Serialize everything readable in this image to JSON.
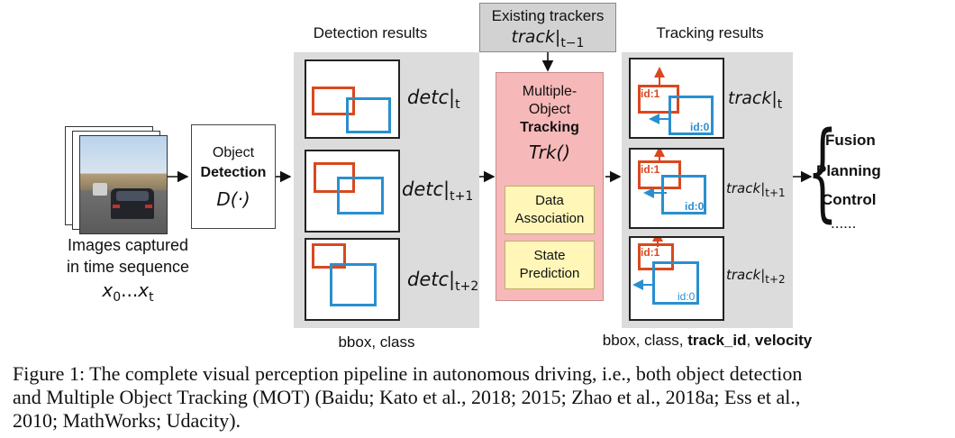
{
  "input": {
    "caption_line1": "Images captured",
    "caption_line2": "in time sequence",
    "sequence_x0": "x",
    "sequence_x0_sub": "0",
    "sequence_dots": "...",
    "sequence_xt": "x",
    "sequence_xt_sub": "t"
  },
  "detector": {
    "line1": "Object",
    "line2": "Detection",
    "func": "D(·)"
  },
  "detection": {
    "title": "Detection results",
    "footer": "bbox, class",
    "frames": [
      {
        "label": "detc",
        "sub": "t"
      },
      {
        "label": "detc",
        "sub": "t+1"
      },
      {
        "label": "detc",
        "sub": "t+2"
      }
    ]
  },
  "existing": {
    "title": "Existing trackers",
    "label": "track",
    "sub": "t−1"
  },
  "mot": {
    "line1": "Multiple-",
    "line2": "Object",
    "line3": "Tracking",
    "func": "Trk()",
    "sub1_line1": "Data",
    "sub1_line2": "Association",
    "sub2_line1": "State",
    "sub2_line2": "Prediction"
  },
  "tracking": {
    "title": "Tracking results",
    "footer_plain": "bbox, class, ",
    "footer_bold1": "track_id",
    "footer_sep": ", ",
    "footer_bold2": "velocity",
    "frames": [
      {
        "label": "track",
        "sub": "t",
        "red_id": "id:1",
        "blue_id": "id:0"
      },
      {
        "label": "track",
        "sub": "t+1",
        "red_id": "id:1",
        "blue_id": "id:0"
      },
      {
        "label": "track",
        "sub": "t+2",
        "red_id": "id:1",
        "blue_id": "id:0"
      }
    ]
  },
  "outputs": {
    "brace": "{",
    "items": [
      "Fusion",
      "Planning",
      "Control"
    ],
    "more": "......"
  },
  "caption": {
    "line1": "Figure 1: The complete visual perception pipeline in autonomous driving, i.e., both object detection",
    "line2": "and Multiple Object Tracking (MOT) (Baidu; Kato et al., 2018; 2015; Zhao et al., 2018a; Ess et al.,",
    "line3": "2010; MathWorks; Udacity)."
  },
  "colors": {
    "red_box": "#d9481f",
    "blue_box": "#2a8fcf",
    "mot_fill": "#f6b8b8",
    "panel_fill": "#dcdcdc",
    "sub_fill": "#fff6b8"
  }
}
